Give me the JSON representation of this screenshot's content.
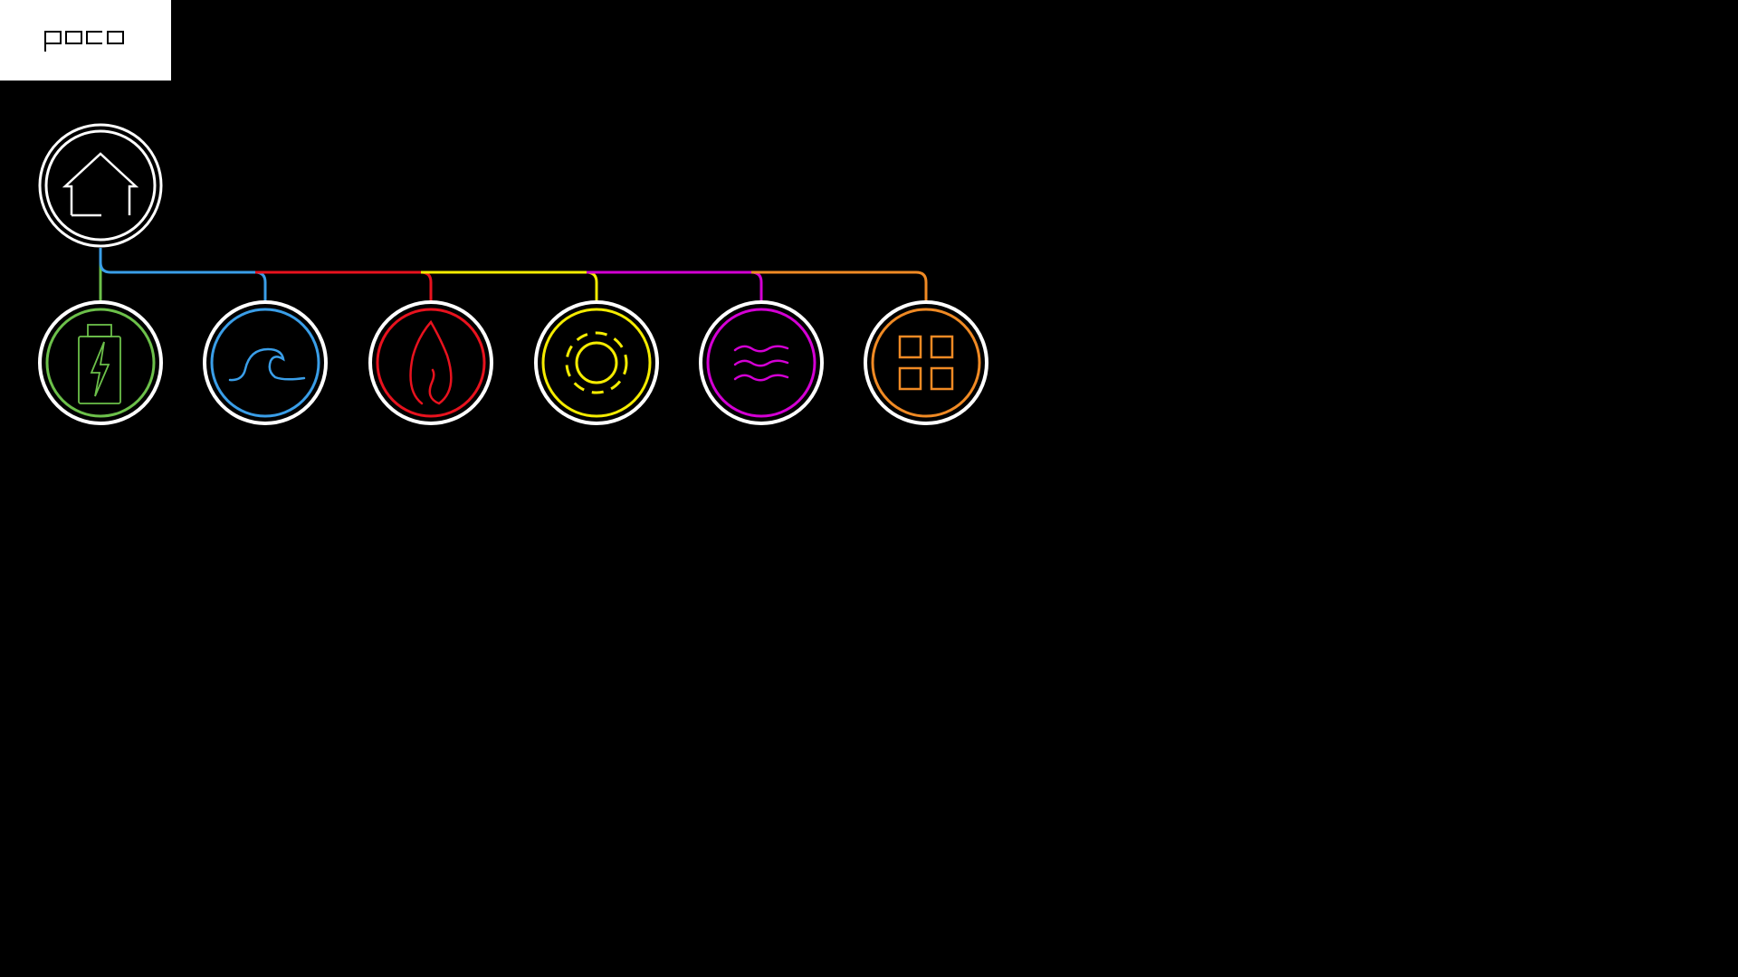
{
  "brand": {
    "logo_text": "poco",
    "logo_bg": "#ffffff",
    "logo_color": "#000000"
  },
  "home": {
    "icon": "house-icon",
    "color": "#ffffff"
  },
  "categories": [
    {
      "id": "energy",
      "icon": "battery-bolt-icon",
      "color": "#6cc04a"
    },
    {
      "id": "water",
      "icon": "wave-icon",
      "color": "#3a9ee8"
    },
    {
      "id": "heating",
      "icon": "flame-icon",
      "color": "#e8121e"
    },
    {
      "id": "light",
      "icon": "sun-ring-icon",
      "color": "#f5ec00"
    },
    {
      "id": "air",
      "icon": "air-waves-icon",
      "color": "#d400d4"
    },
    {
      "id": "other",
      "icon": "grid-icon",
      "color": "#f08a24"
    }
  ]
}
